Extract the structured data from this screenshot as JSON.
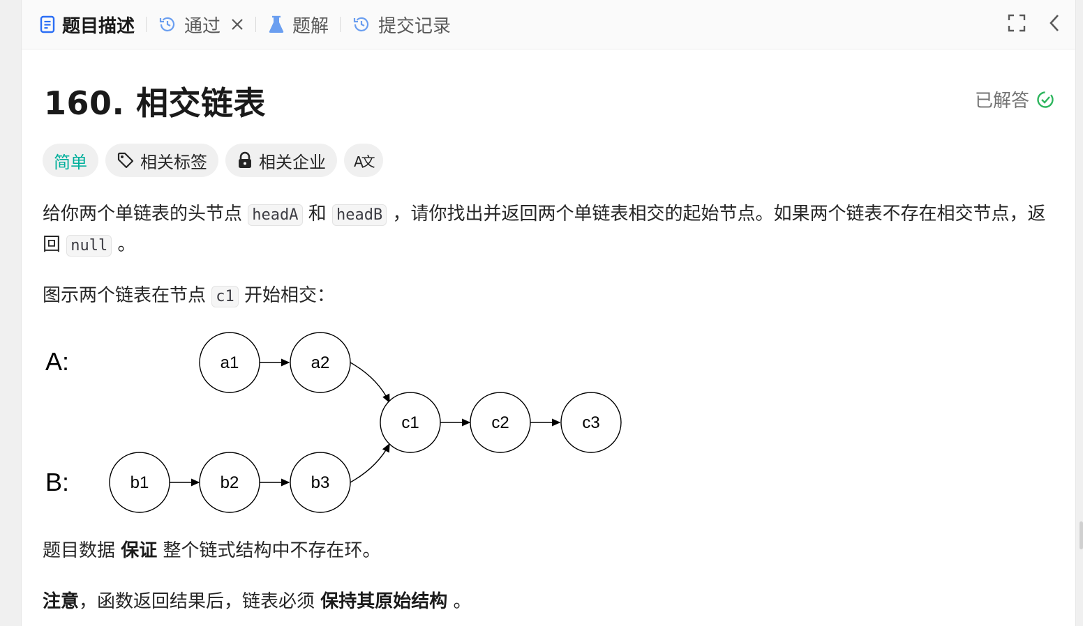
{
  "tabs": [
    {
      "label": "题目描述",
      "icon": "description-icon",
      "active": true
    },
    {
      "label": "通过",
      "icon": "history-icon",
      "closable": true
    },
    {
      "label": "题解",
      "icon": "flask-icon"
    },
    {
      "label": "提交记录",
      "icon": "history-icon"
    }
  ],
  "problem": {
    "title": "160. 相交链表",
    "status": "已解答",
    "status_color": "#2db55d"
  },
  "tags": {
    "difficulty": "简单",
    "difficulty_color": "#00af9b",
    "topics": "相关标签",
    "companies": "相关企业",
    "translate_glyph": "A文"
  },
  "description": {
    "p1_a": "给你两个单链表的头节点 ",
    "code_headA": "headA",
    "p1_b": " 和 ",
    "code_headB": "headB",
    "p1_c": " ，请你找出并返回两个单链表相交的起始节点。如果两个链表不存在相交节点，返回 ",
    "code_null": "null",
    "p1_d": " 。",
    "p2_a": "图示两个链表在节点 ",
    "code_c1": "c1",
    "p2_b": " 开始相交：",
    "p3_a": "题目数据 ",
    "p3_bold": "保证",
    "p3_b": " 整个链式结构中不存在环。",
    "p4_bold1": "注意",
    "p4_a": "，函数返回结果后，链表必须 ",
    "p4_bold2": "保持其原始结构",
    "p4_b": " 。"
  },
  "diagram": {
    "label_a": "A:",
    "label_b": "B:",
    "nodes": {
      "a1": "a1",
      "a2": "a2",
      "b1": "b1",
      "b2": "b2",
      "b3": "b3",
      "c1": "c1",
      "c2": "c2",
      "c3": "c3"
    }
  }
}
